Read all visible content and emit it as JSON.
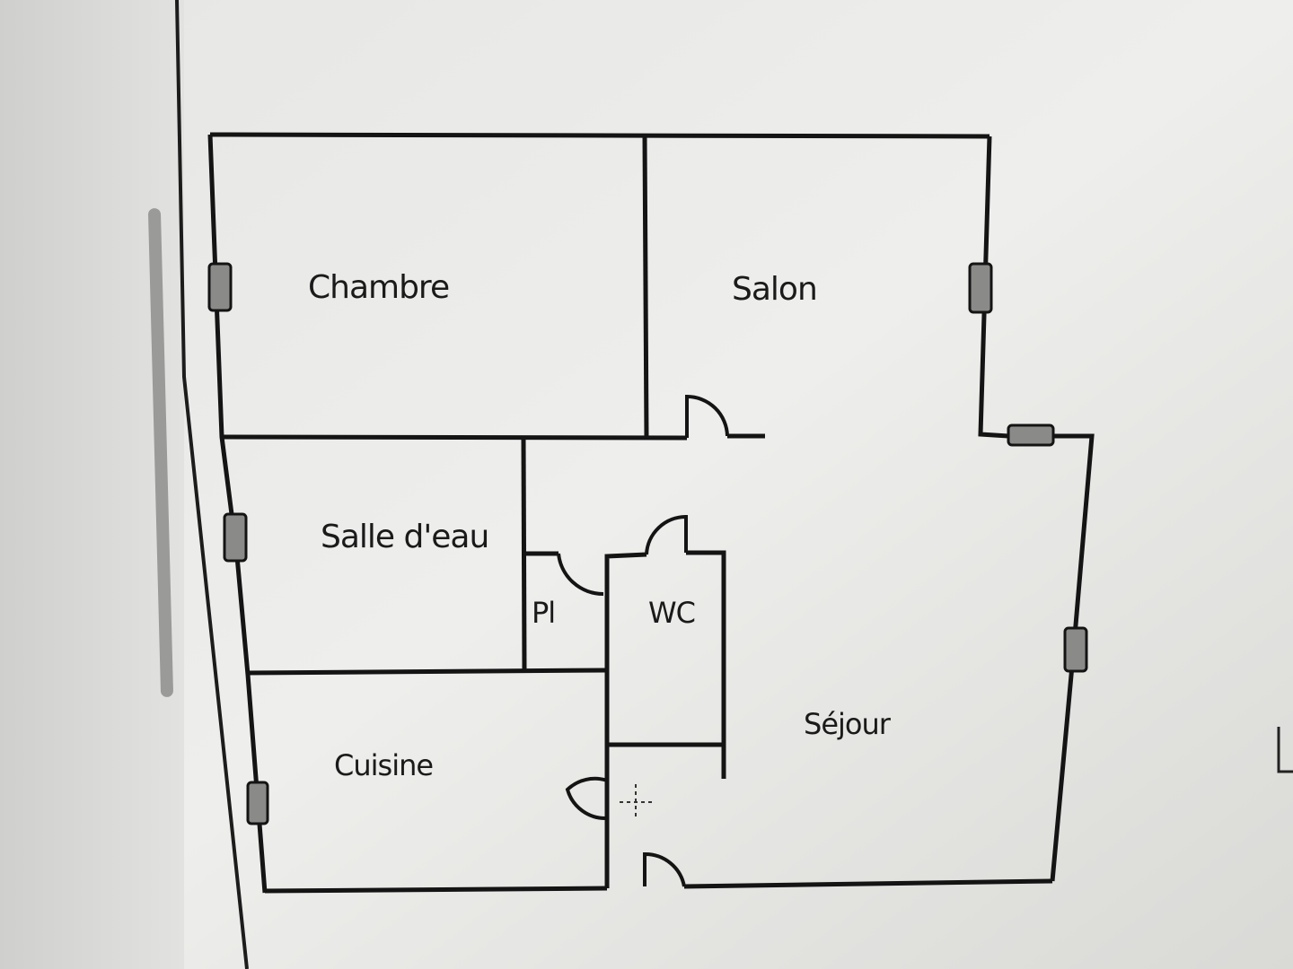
{
  "plan": {
    "rooms": {
      "chambre": "Chambre",
      "salon": "Salon",
      "salle_deau": "Salle d'eau",
      "placard": "Pl",
      "wc": "WC",
      "sejour": "Séjour",
      "cuisine": "Cuisine"
    }
  },
  "colors": {
    "wall": "#141414",
    "paper": "#f4f4f2",
    "window": "#7a7a7a"
  }
}
